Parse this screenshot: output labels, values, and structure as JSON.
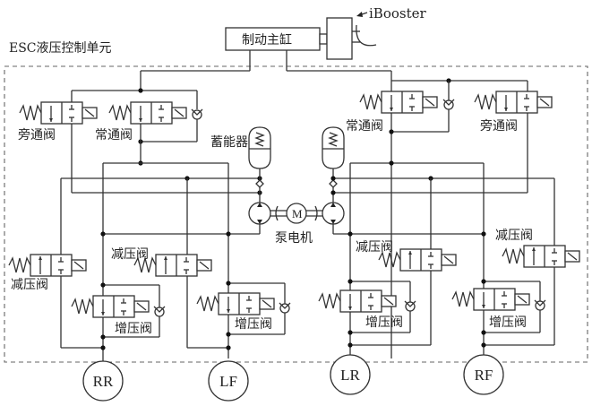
{
  "diagram": {
    "title": "ESC液压控制单元",
    "master_cylinder": "制动主缸",
    "booster": "iBooster",
    "accumulator_label": "蓄能器",
    "pump_motor_label": "泵电机",
    "motor_symbol": "M",
    "valves": {
      "bypass_left": "旁通阀",
      "normally_open_left": "常通阀",
      "normally_open_right": "常通阀",
      "bypass_right": "旁通阀",
      "decrease_rr": "减压阀",
      "decrease_lf": "减压阀",
      "decrease_lr": "减压阀",
      "decrease_rf": "减压阀",
      "increase_rr": "增压阀",
      "increase_lf": "增压阀",
      "increase_lr": "增压阀",
      "increase_rf": "增压阀"
    },
    "wheels": [
      "RR",
      "LF",
      "LR",
      "RF"
    ]
  }
}
